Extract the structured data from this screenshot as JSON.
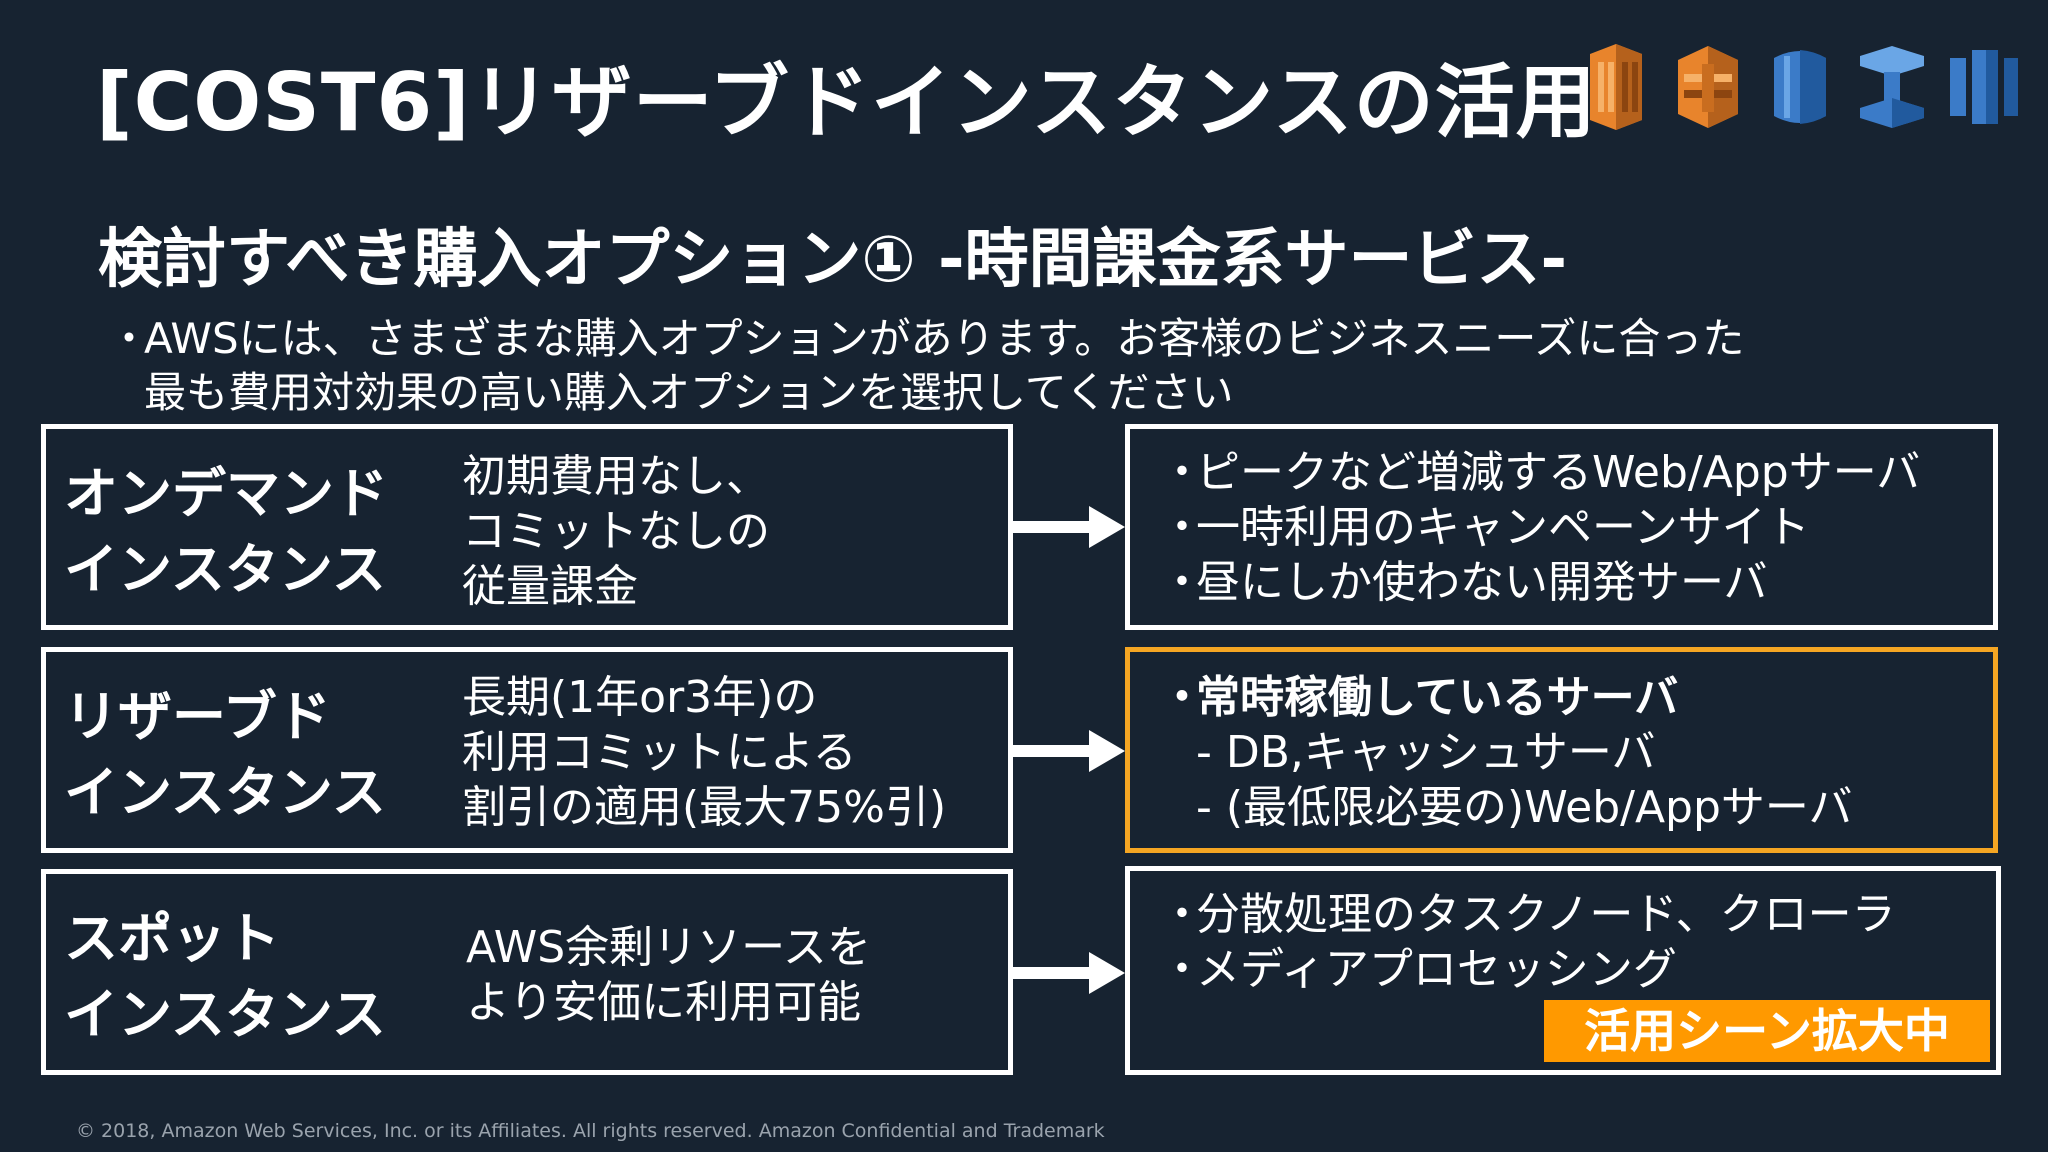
{
  "title": "[COST6]リザーブドインスタンスの活用",
  "subtitle": "検討すべき購入オプション① -時間課金系サービス-",
  "intro": {
    "bullet": "・",
    "line1": "AWSには、さまざまな購入オプションがあります。お客様のビジネスニーズに合った",
    "line2": "最も費用対効果の高い購入オプションを選択してください"
  },
  "options": [
    {
      "name_line1": "オンデマンド",
      "name_line2": "インスタンス",
      "desc": [
        "初期費用なし、",
        "コミットなしの",
        "従量課金"
      ],
      "uses": [
        "ピークなど増減するWeb/Appサーバ",
        "一時利用のキャンペーンサイト",
        "昼にしか使わない開発サーバ"
      ]
    },
    {
      "name_line1": "リザーブド",
      "name_line2": "インスタンス",
      "desc": [
        "長期(1年or3年)の",
        "利用コミットによる",
        "割引の適用(最大75%引)"
      ],
      "uses_main": "常時稼働しているサーバ",
      "uses_sub": [
        "- DB,キャッシュサーバ",
        "- (最低限必要の)Web/Appサーバ"
      ]
    },
    {
      "name_line1": "スポット",
      "name_line2": "インスタンス",
      "desc": [
        "AWS余剰リソースを",
        "より安価に利用可能"
      ],
      "uses": [
        "分散処理のタスクノード、クローラ",
        "メディアプロセッシング"
      ],
      "badge": "活用シーン拡大中"
    }
  ],
  "footer": "© 2018, Amazon Web Services, Inc. or its Affiliates. All rights reserved. Amazon Confidential and Trademark",
  "colors": {
    "background": "#172331",
    "highlight_border": "#f5a623",
    "badge": "#ff9900",
    "aws_orange": "#e8842c",
    "aws_blue": "#3b7bc8"
  },
  "header_icons": [
    "ec2-instance-icon",
    "ec2-reserved-icon",
    "rds-database-icon",
    "dynamodb-icon",
    "elasticache-icon"
  ]
}
